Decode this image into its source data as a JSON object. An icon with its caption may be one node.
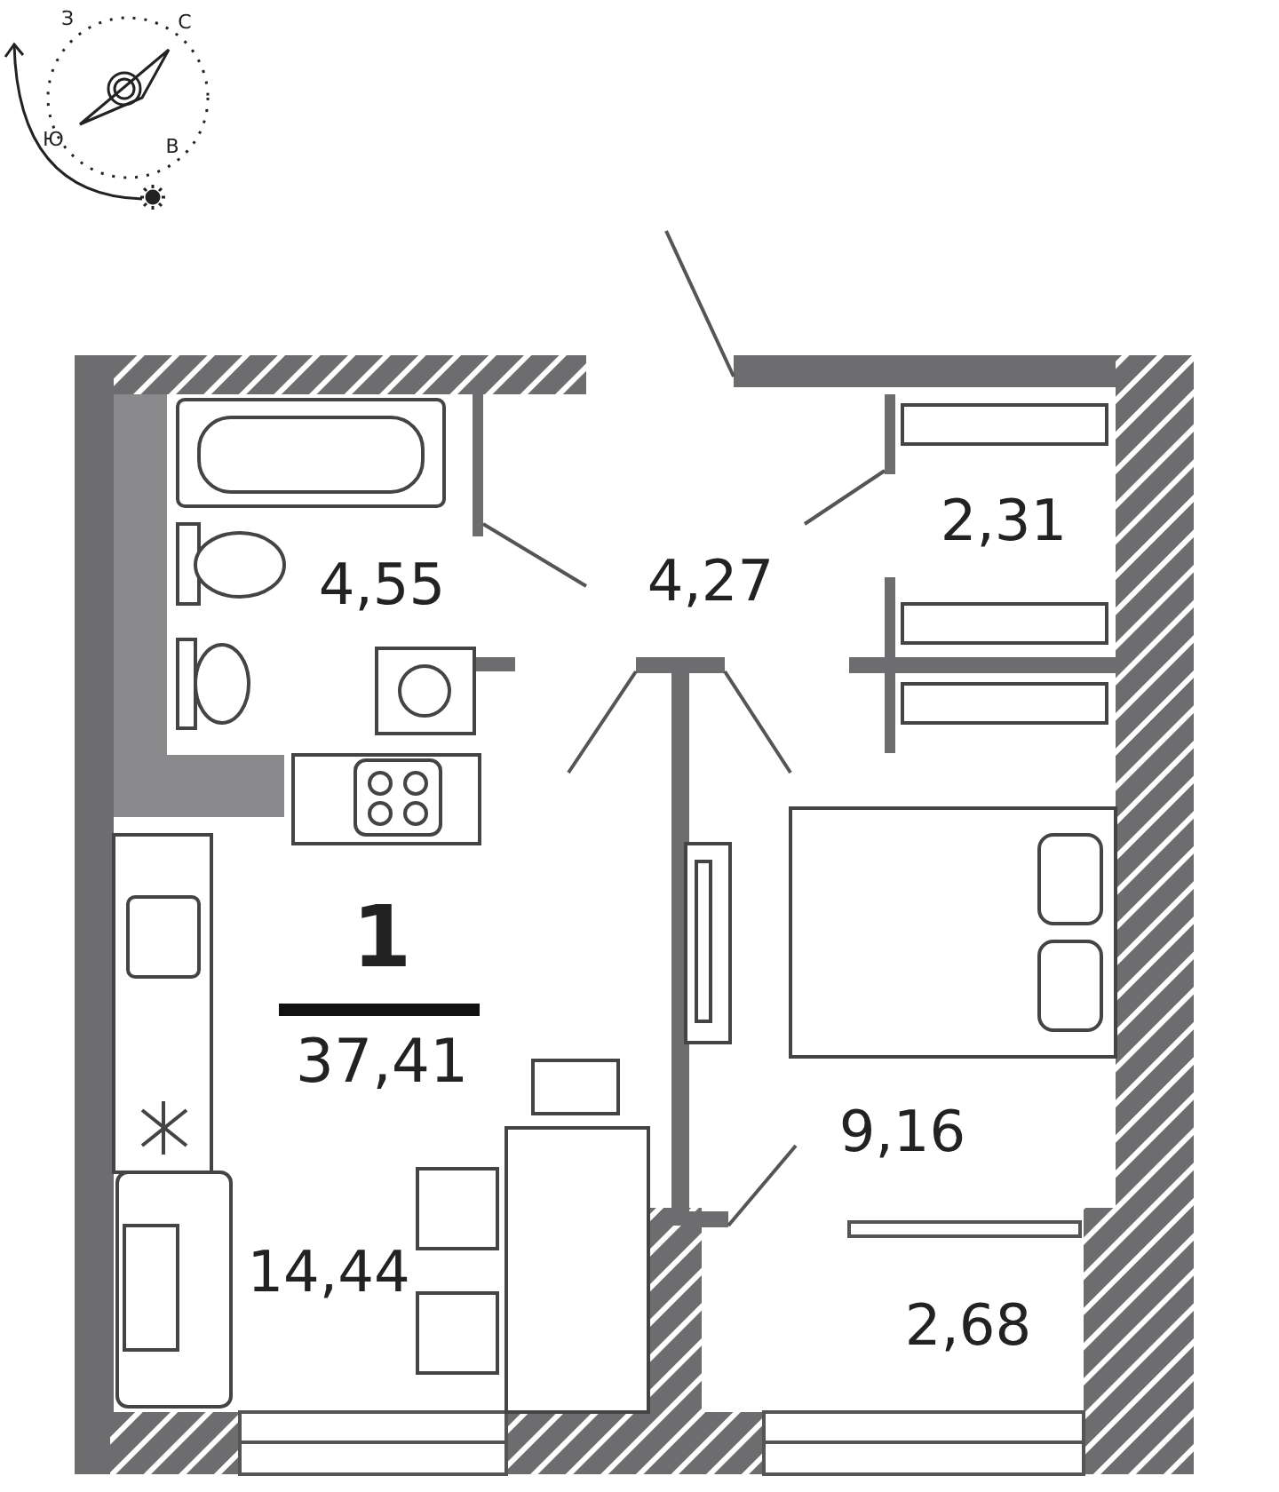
{
  "diagram": {
    "labels": [
      "З",
      "С",
      "Ю",
      "В",
      "4,55",
      "4,27",
      "2,31",
      "1",
      "37,41",
      "9,16",
      "14,44",
      "2,68"
    ]
  }
}
